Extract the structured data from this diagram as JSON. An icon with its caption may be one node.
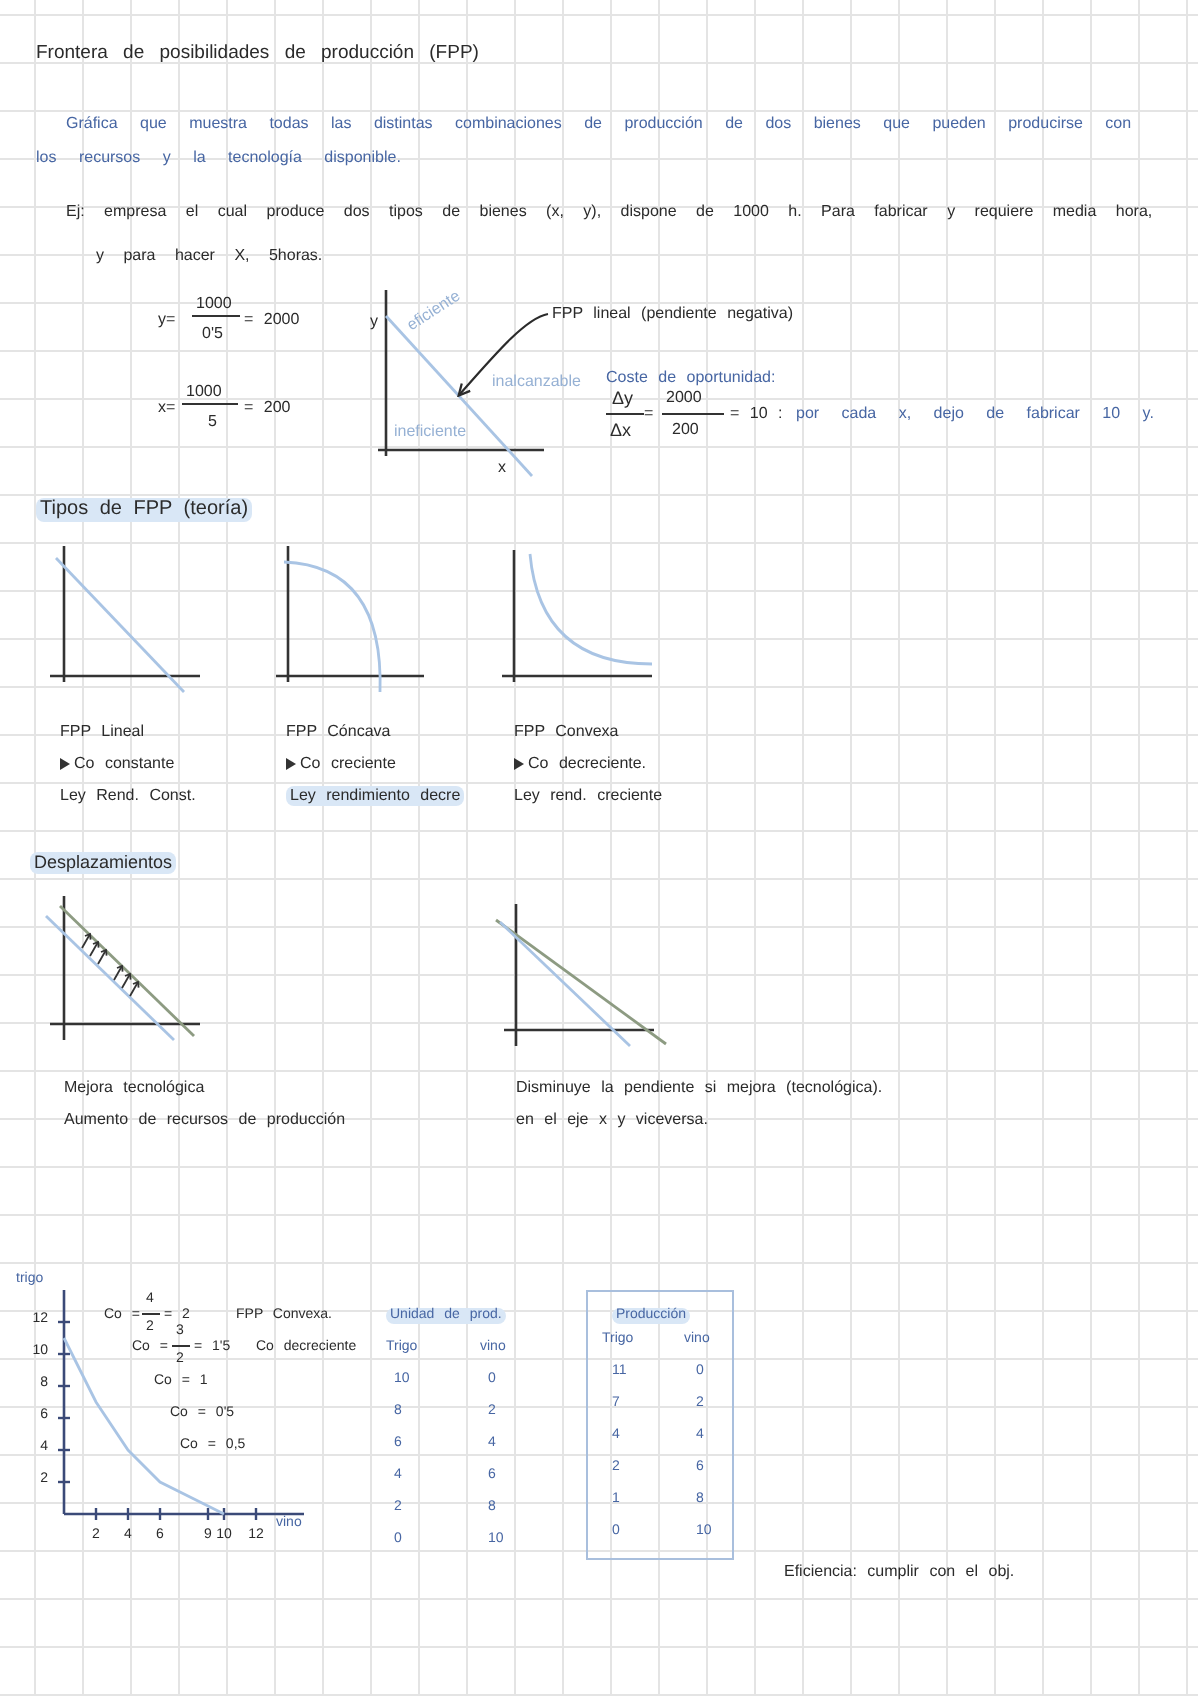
{
  "diagram": {
    "title": "Frontera de posibilidades de producción (FPP)",
    "nodes": [
      {
        "text": [
          "FPP lineal (pendiente negativa)"
        ]
      },
      {
        "text": [],
        "shape": "line"
      },
      {
        "text": [
          "Producción",
          "Trigo",
          "vino",
          "11",
          "0",
          "7",
          "2",
          "4",
          "4",
          "2",
          "6",
          "1",
          "8",
          "0",
          "10"
        ]
      }
    ],
    "edges": [
      {
        "from": 0,
        "to": 1,
        "arrow": "to"
      }
    ],
    "labels": [
      "Gráfica que muestra todas las distintas combinaciones de producción de dos bienes que pueden producirse con los recursos y la tecnología disponible.",
      "Ej: empresa el cual produce dos tipos de bienes (x, y), dispone de 1000 h. Para fabricar y requiere media hora, y para hacer X, 5horas.",
      "y=",
      "1000",
      "0'5",
      "= 2000",
      "y",
      "eficiente",
      "inalcanzable",
      "Coste de oportunidad:",
      "x=",
      "1000",
      "5",
      "= 200",
      "ineficiente",
      "x",
      "Δy",
      "Δx",
      "=",
      "2000",
      "200",
      "= 10 :",
      "por cada x, dejo de fabricar 10 y.",
      "Tipos de FPP (teoría)",
      "FPP Lineal",
      "FPP Cóncava",
      "FPP Convexa",
      "Co constante",
      "Co creciente",
      "Co decreciente.",
      "Ley Rend. Const.",
      "Ley rendimiento decre",
      "Ley rend. creciente",
      "Desplazamientos",
      "Mejora tecnológica",
      "Disminuye la pendiente si mejora (tecnológica).",
      "Aumento de recursos de producción",
      "en el eje x y viceversa.",
      "Co =",
      "4",
      "2",
      "= 2",
      "Co =",
      "3",
      "2",
      "= 1'5",
      "Co = 1",
      "Co = 0'5",
      "Co = 0,5",
      "FPP Convexa.",
      "Co decreciente",
      "Unidad de prod.",
      "Trigo",
      "vino",
      "10",
      "0",
      "8",
      "2",
      "6",
      "4",
      "4",
      "6",
      "2",
      "8",
      "0",
      "10",
      "Eficiencia: cumplir con el obj."
    ],
    "chart_data": {
      "type": "line",
      "xlabel": "vino",
      "ylabel": "trigo",
      "x": [
        0,
        2,
        4,
        6,
        8,
        10
      ],
      "series": [
        {
          "color": "#a9c4e4",
          "values": [
            11,
            7,
            4,
            2,
            1,
            0
          ]
        }
      ],
      "xlim": [
        0,
        15
      ],
      "ylim": [
        0,
        14
      ],
      "xticks": [
        2,
        4,
        6,
        9,
        10,
        12
      ],
      "yticks": [
        2,
        4,
        6,
        8,
        10,
        12
      ]
    }
  }
}
